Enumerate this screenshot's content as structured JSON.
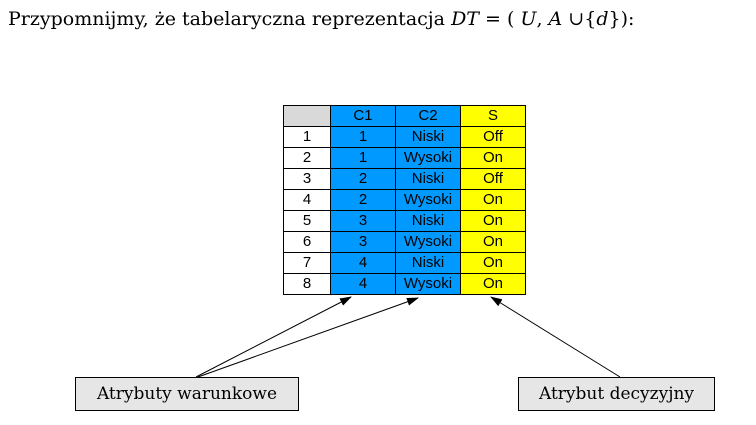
{
  "heading": {
    "prefix": "Przypomnijmy, że tabelaryczna reprezentacja ",
    "formula_dt": "DT",
    "formula_eq": " = ( ",
    "formula_u": "U",
    "formula_comma": ", ",
    "formula_a": "A",
    "formula_union": " ∪{",
    "formula_d": "d",
    "formula_end": "}):"
  },
  "table": {
    "headers": [
      "",
      "C1",
      "C2",
      "S"
    ],
    "rows": [
      [
        "1",
        "1",
        "Niski",
        "Off"
      ],
      [
        "2",
        "1",
        "Wysoki",
        "On"
      ],
      [
        "3",
        "2",
        "Niski",
        "Off"
      ],
      [
        "4",
        "2",
        "Wysoki",
        "On"
      ],
      [
        "5",
        "3",
        "Niski",
        "On"
      ],
      [
        "6",
        "3",
        "Wysoki",
        "On"
      ],
      [
        "7",
        "4",
        "Niski",
        "On"
      ],
      [
        "8",
        "4",
        "Wysoki",
        "On"
      ]
    ],
    "colors": {
      "conditional": "#0099ff",
      "decision": "#ffff00",
      "header_index": "#d9d9d9"
    }
  },
  "labels": {
    "conditional": "Atrybuty warunkowe",
    "decision": "Atrybut decyzyjny"
  }
}
